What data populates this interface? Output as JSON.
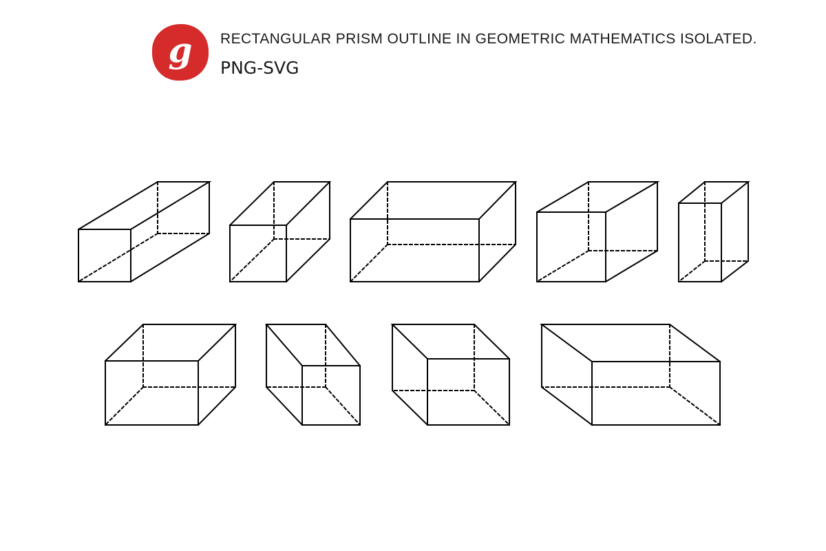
{
  "header": {
    "badge_letter": "g",
    "title": "RECTANGULAR PRISM OUTLINE IN GEOMETRIC MATHEMATICS ISOLATED.",
    "subtitle": "PNG-SVG"
  },
  "colors": {
    "badge": "#d52b2b",
    "stroke": "#000000",
    "background": "#ffffff"
  },
  "prisms": [
    {
      "name": "prism-long-diagonal",
      "row": 1
    },
    {
      "name": "prism-cube-right",
      "row": 1
    },
    {
      "name": "prism-wide-flat",
      "row": 1
    },
    {
      "name": "prism-box-back-right",
      "row": 1
    },
    {
      "name": "prism-tall-narrow",
      "row": 1
    },
    {
      "name": "prism-box-top-view",
      "row": 2
    },
    {
      "name": "prism-narrow-left-depth",
      "row": 2
    },
    {
      "name": "prism-box-left-depth",
      "row": 2
    },
    {
      "name": "prism-wide-left-depth",
      "row": 2
    }
  ]
}
